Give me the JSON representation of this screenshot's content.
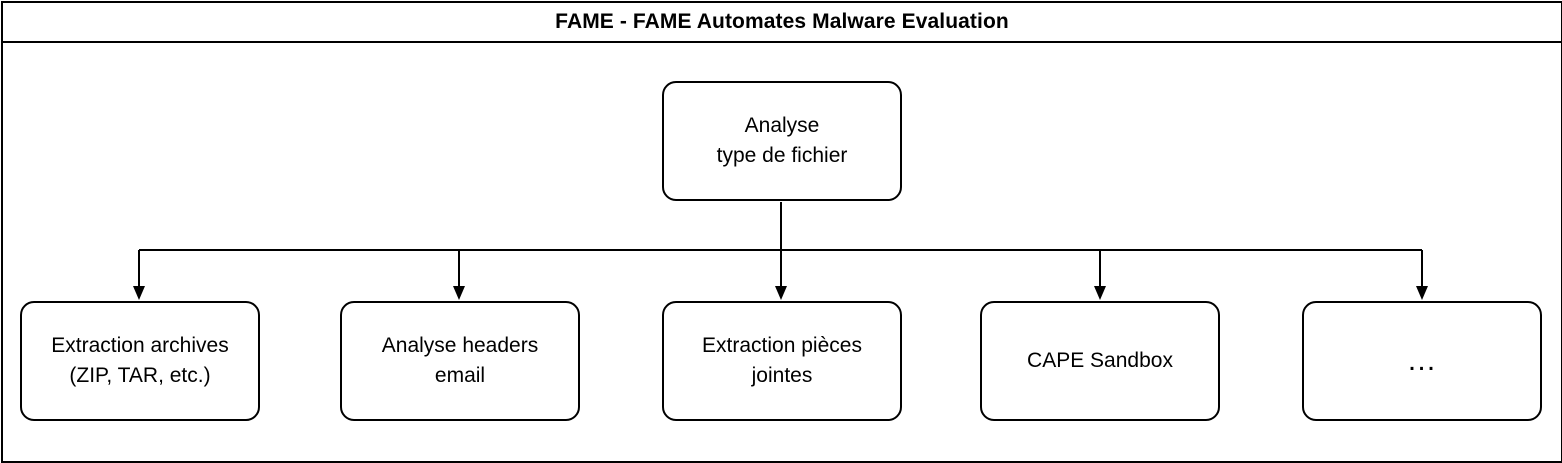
{
  "diagram": {
    "title": "FAME - FAME Automates Malware Evaluation",
    "root": {
      "lines": [
        "Analyse",
        "type de fichier"
      ]
    },
    "children": [
      {
        "lines": [
          "Extraction archives",
          "(ZIP, TAR, etc.)"
        ]
      },
      {
        "lines": [
          "Analyse headers",
          "email"
        ]
      },
      {
        "lines": [
          "Extraction pièces",
          "jointes"
        ]
      },
      {
        "lines": [
          "CAPE Sandbox"
        ]
      },
      {
        "lines": [
          "…"
        ]
      }
    ]
  }
}
